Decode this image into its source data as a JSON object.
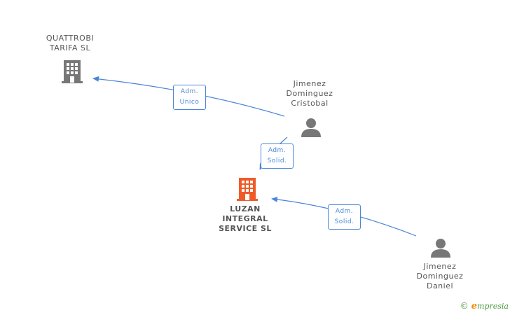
{
  "nodes": {
    "quattrobi": {
      "lines": [
        "QUATTROBI",
        "TARIFA SL"
      ]
    },
    "luzan": {
      "lines": [
        "LUZAN",
        "INTEGRAL",
        "SERVICE  SL"
      ]
    },
    "cristobal": {
      "lines": [
        "Jimenez",
        "Dominguez",
        "Cristobal"
      ]
    },
    "daniel": {
      "lines": [
        "Jimenez",
        "Dominguez",
        "Daniel"
      ]
    }
  },
  "edges": {
    "cristobal_quattrobi": {
      "lines": [
        "Adm.",
        "Unico"
      ]
    },
    "cristobal_luzan": {
      "lines": [
        "Adm.",
        "Solid."
      ]
    },
    "daniel_luzan": {
      "lines": [
        "Adm.",
        "Solid."
      ]
    }
  },
  "brand": {
    "copyright": "©",
    "initial": "e",
    "rest": "mpresia"
  },
  "colors": {
    "edge": "#4a86d6",
    "company_icon": "#777777",
    "main_company_icon": "#f05a28",
    "person_icon": "#777777",
    "brand": "#4a9a3a"
  }
}
